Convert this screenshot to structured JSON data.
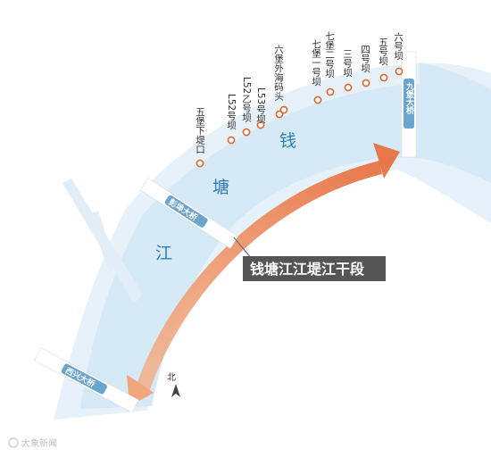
{
  "river": {
    "name_chars": [
      "钱",
      "塘",
      "江"
    ],
    "colors": {
      "water": "#d6e9f7",
      "water_light": "#e6f1fa",
      "text": "#2f7dba"
    }
  },
  "section": {
    "label": "钱塘江江堤江干段",
    "box_color": "#555555",
    "arrow_color": "#ec8a56"
  },
  "bridges": [
    {
      "id": "jiubao",
      "name": "九堡大桥"
    },
    {
      "id": "pengbu",
      "name": "彭埠大桥"
    },
    {
      "id": "xixing",
      "name": "西兴大桥"
    }
  ],
  "landmarks": [
    {
      "id": "wubao-xiadikou",
      "label": "五堡下堤口"
    },
    {
      "id": "l52-b",
      "label": "L52号坝"
    },
    {
      "id": "l52-yi",
      "label": "L52乙号坝"
    },
    {
      "id": "l53",
      "label": "L53号坝"
    },
    {
      "id": "liubao-wai",
      "label": "六堡外海码头"
    },
    {
      "id": "qibao-1",
      "label": "七堡一号坝"
    },
    {
      "id": "qibao-2",
      "label": "七堡二号坝"
    },
    {
      "id": "no3",
      "label": "三号坝"
    },
    {
      "id": "no4",
      "label": "四号坝"
    },
    {
      "id": "no5",
      "label": "五号坝"
    },
    {
      "id": "no6",
      "label": "六号坝"
    }
  ],
  "compass": {
    "label": "北"
  },
  "watermark": {
    "text": "大象新闻"
  },
  "colors": {
    "marker": "#e0672e",
    "bridge_label_bg": "#6aa5cf"
  }
}
